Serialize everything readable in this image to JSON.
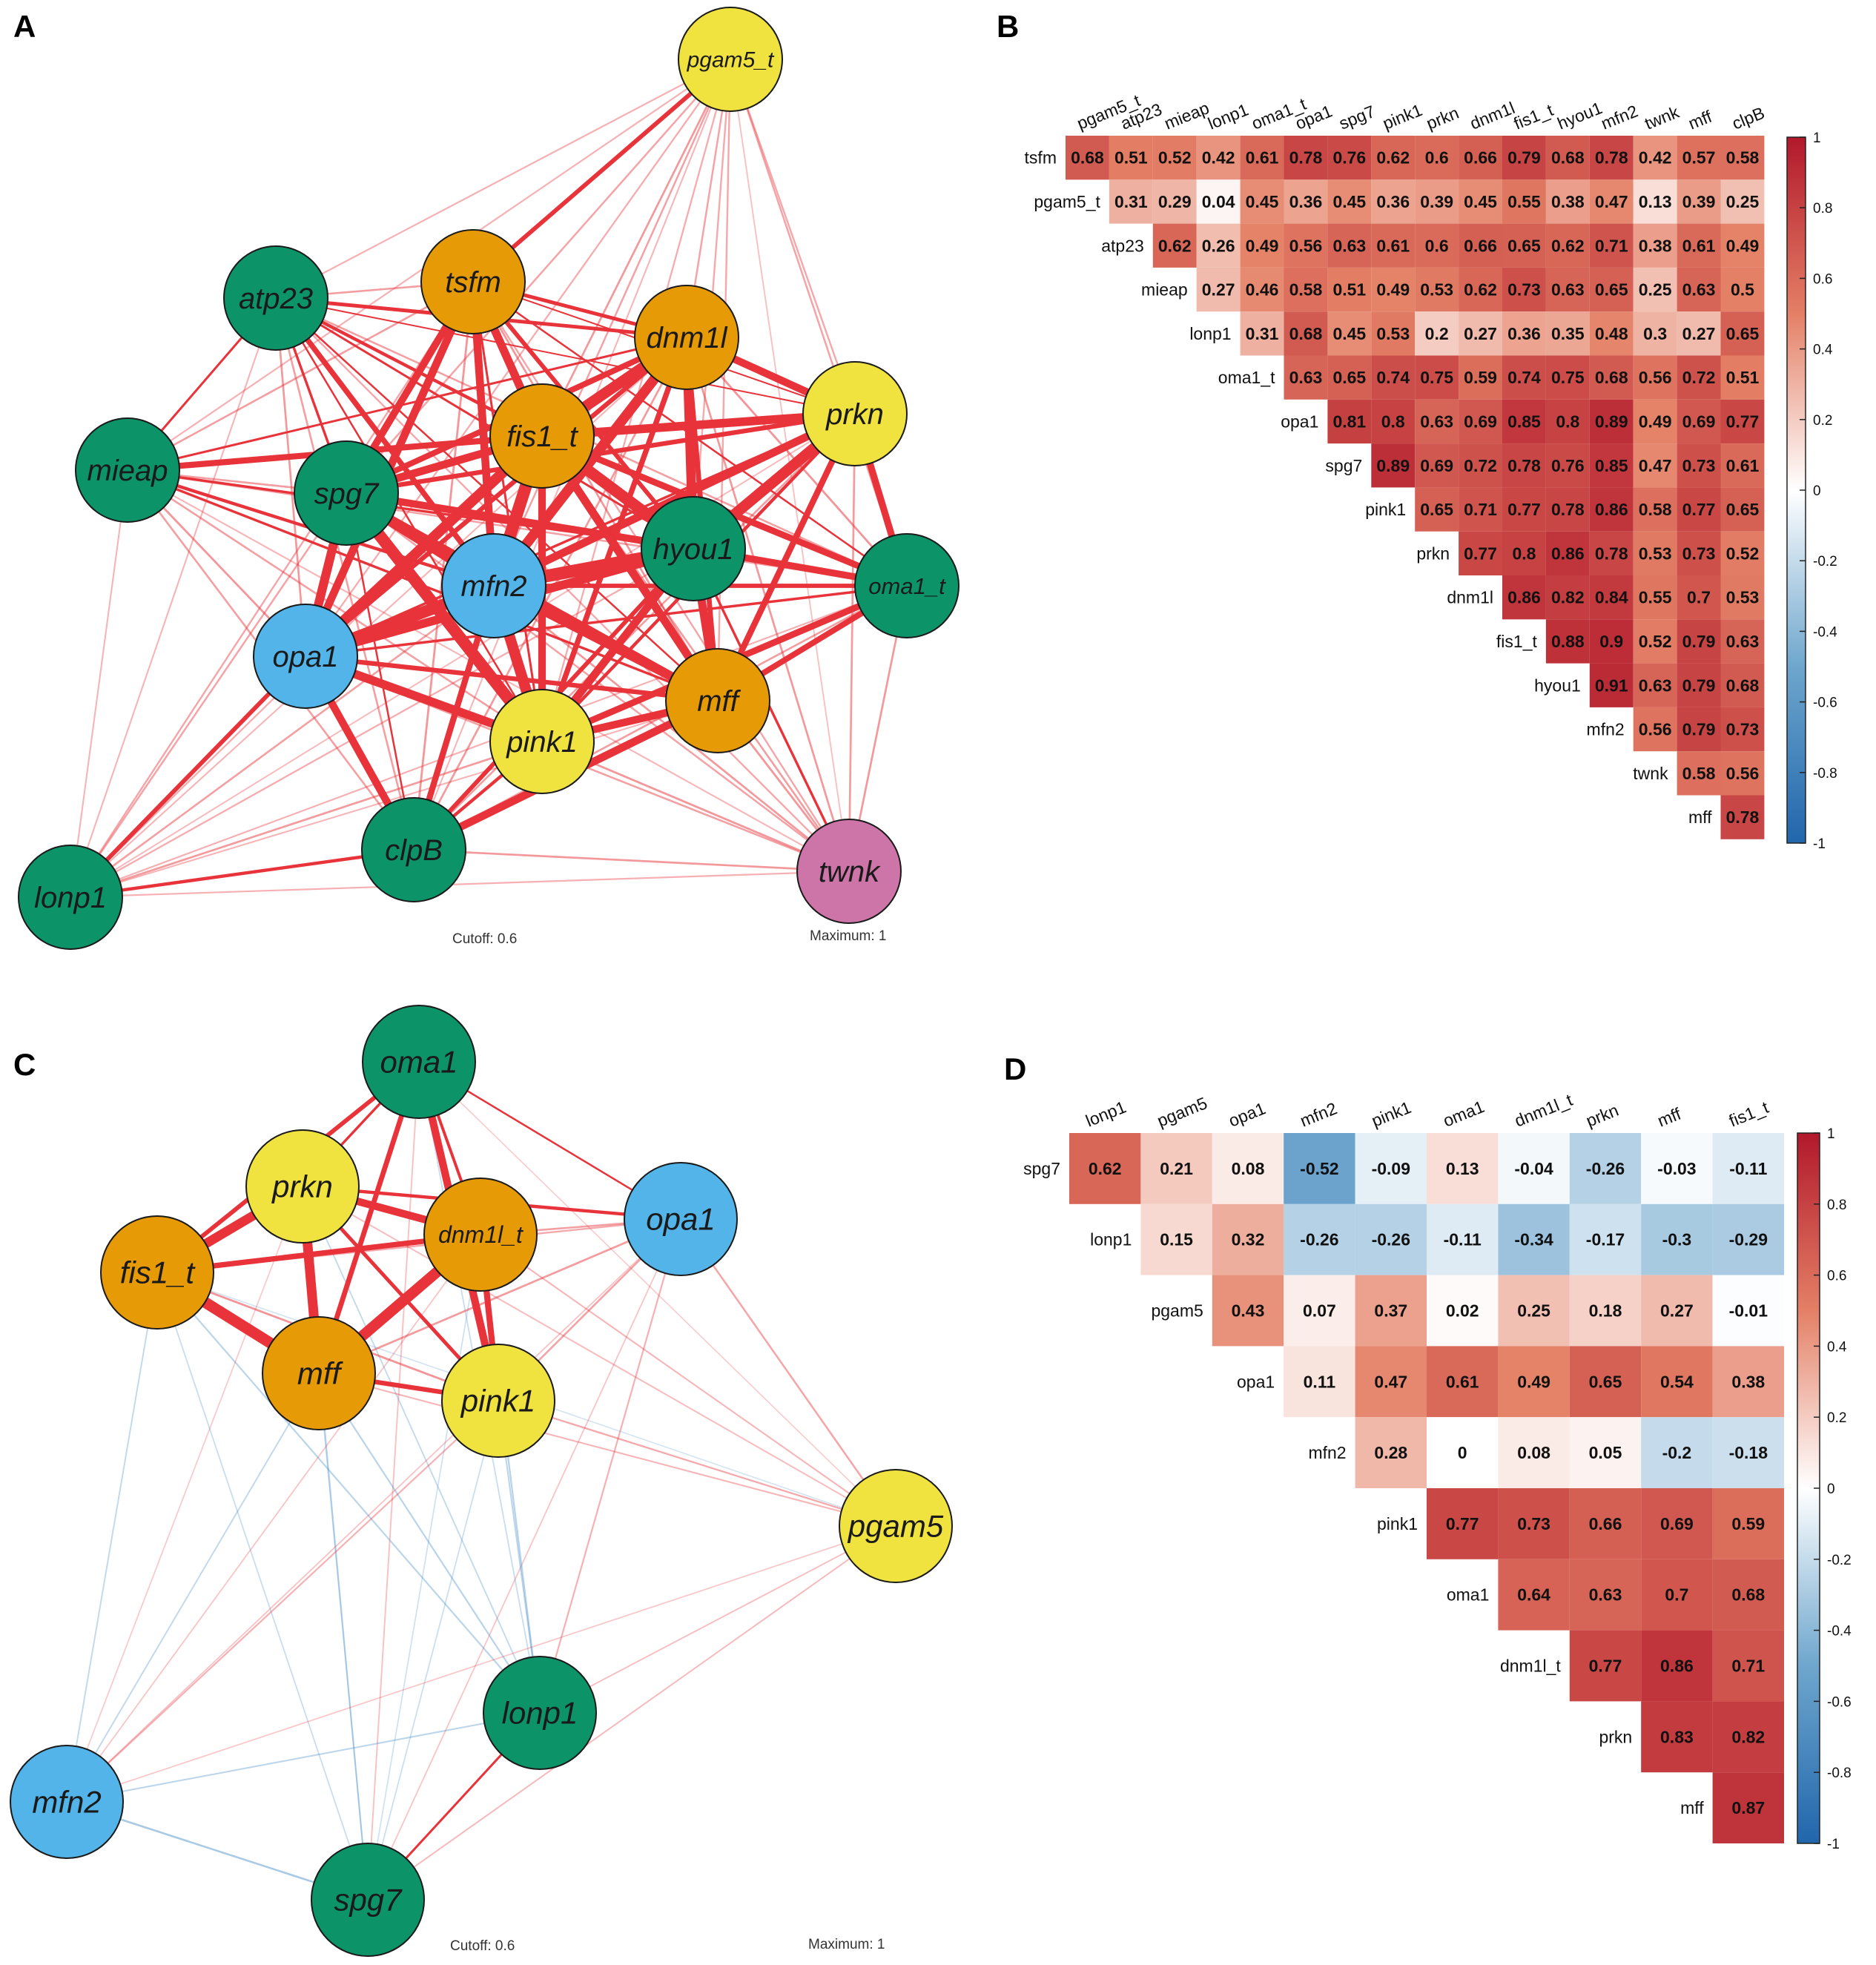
{
  "panels": {
    "a": "A",
    "b": "B",
    "c": "C",
    "d": "D"
  },
  "networks": {
    "a": {
      "cutoff_label": "Cutoff: 0.6",
      "maximum_label": "Maximum: 1",
      "nodes": [
        {
          "id": "pgam5_t",
          "group": "yellow"
        },
        {
          "id": "atp23",
          "group": "green"
        },
        {
          "id": "tsfm",
          "group": "orange"
        },
        {
          "id": "dnm1l",
          "group": "orange"
        },
        {
          "id": "prkn",
          "group": "yellow"
        },
        {
          "id": "mieap",
          "group": "green"
        },
        {
          "id": "fis1_t",
          "group": "orange"
        },
        {
          "id": "spg7",
          "group": "green"
        },
        {
          "id": "hyou1",
          "group": "green"
        },
        {
          "id": "oma1_t",
          "group": "green"
        },
        {
          "id": "mfn2",
          "group": "blue"
        },
        {
          "id": "opa1",
          "group": "blue"
        },
        {
          "id": "mff",
          "group": "orange"
        },
        {
          "id": "pink1",
          "group": "yellow"
        },
        {
          "id": "clpB",
          "group": "green"
        },
        {
          "id": "lonp1",
          "group": "green"
        },
        {
          "id": "twnk",
          "group": "pink"
        }
      ]
    },
    "c": {
      "cutoff_label": "Cutoff: 0.6",
      "maximum_label": "Maximum: 1",
      "nodes": [
        {
          "id": "oma1",
          "group": "green"
        },
        {
          "id": "prkn",
          "group": "yellow"
        },
        {
          "id": "dnm1l_t",
          "group": "orange"
        },
        {
          "id": "opa1",
          "group": "blue"
        },
        {
          "id": "fis1_t",
          "group": "orange"
        },
        {
          "id": "mff",
          "group": "orange"
        },
        {
          "id": "pink1",
          "group": "yellow"
        },
        {
          "id": "pgam5",
          "group": "yellow"
        },
        {
          "id": "lonp1",
          "group": "green"
        },
        {
          "id": "mfn2",
          "group": "blue"
        },
        {
          "id": "spg7",
          "group": "green"
        }
      ]
    }
  },
  "colors": {
    "green": "#0c9468",
    "orange": "#e69a06",
    "yellow": "#f1e33f",
    "blue": "#52b4e9",
    "pink": "#cd74a8",
    "positive": "#b2182b",
    "negative": "#2166ac",
    "edge_positive": "#e8333a",
    "edge_negative": "#4a90c8"
  },
  "chart_data": [
    {
      "type": "heatmap",
      "panel": "B",
      "shape": "upper-triangular",
      "columns": [
        "pgam5_t",
        "atp23",
        "mieap",
        "lonp1",
        "oma1_t",
        "opa1",
        "spg7",
        "pink1",
        "prkn",
        "dnm1l",
        "fis1_t",
        "hyou1",
        "mfn2",
        "twnk",
        "mff",
        "clpB"
      ],
      "rows": [
        {
          "name": "tsfm",
          "values": [
            0.68,
            0.51,
            0.52,
            0.42,
            0.61,
            0.78,
            0.76,
            0.62,
            0.6,
            0.66,
            0.79,
            0.68,
            0.78,
            0.42,
            0.57,
            0.58
          ]
        },
        {
          "name": "pgam5_t",
          "values": [
            0.31,
            0.29,
            0.04,
            0.45,
            0.36,
            0.45,
            0.36,
            0.39,
            0.45,
            0.55,
            0.38,
            0.47,
            0.13,
            0.39,
            0.25
          ]
        },
        {
          "name": "atp23",
          "values": [
            0.62,
            0.26,
            0.49,
            0.56,
            0.63,
            0.61,
            0.6,
            0.66,
            0.65,
            0.62,
            0.71,
            0.38,
            0.61,
            0.49
          ]
        },
        {
          "name": "mieap",
          "values": [
            0.27,
            0.46,
            0.58,
            0.51,
            0.49,
            0.53,
            0.62,
            0.73,
            0.63,
            0.65,
            0.25,
            0.63,
            0.5
          ]
        },
        {
          "name": "lonp1",
          "values": [
            0.31,
            0.68,
            0.45,
            0.53,
            0.2,
            0.27,
            0.36,
            0.35,
            0.48,
            0.3,
            0.27,
            0.65
          ]
        },
        {
          "name": "oma1_t",
          "values": [
            0.63,
            0.65,
            0.74,
            0.75,
            0.59,
            0.74,
            0.75,
            0.68,
            0.56,
            0.72,
            0.51
          ]
        },
        {
          "name": "opa1",
          "values": [
            0.81,
            0.8,
            0.63,
            0.69,
            0.85,
            0.8,
            0.89,
            0.49,
            0.69,
            0.77
          ]
        },
        {
          "name": "spg7",
          "values": [
            0.89,
            0.69,
            0.72,
            0.78,
            0.76,
            0.85,
            0.47,
            0.73,
            0.61
          ]
        },
        {
          "name": "pink1",
          "values": [
            0.65,
            0.71,
            0.77,
            0.78,
            0.86,
            0.58,
            0.77,
            0.65
          ]
        },
        {
          "name": "prkn",
          "values": [
            0.77,
            0.8,
            0.86,
            0.78,
            0.53,
            0.73,
            0.52
          ]
        },
        {
          "name": "dnm1l",
          "values": [
            0.86,
            0.82,
            0.84,
            0.55,
            0.7,
            0.53
          ]
        },
        {
          "name": "fis1_t",
          "values": [
            0.88,
            0.9,
            0.52,
            0.79,
            0.63
          ]
        },
        {
          "name": "hyou1",
          "values": [
            0.91,
            0.63,
            0.79,
            0.68
          ]
        },
        {
          "name": "mfn2",
          "values": [
            0.56,
            0.79,
            0.73
          ]
        },
        {
          "name": "twnk",
          "values": [
            0.58,
            0.56
          ]
        },
        {
          "name": "mff",
          "values": [
            0.78
          ]
        }
      ],
      "colorbar": {
        "range": [
          -1,
          1
        ],
        "ticks": [
          "1",
          "0.8",
          "0.6",
          "0.4",
          "0.2",
          "0",
          "-0.2",
          "-0.4",
          "-0.6",
          "-0.8",
          "-1"
        ]
      }
    },
    {
      "type": "heatmap",
      "panel": "D",
      "shape": "upper-triangular",
      "columns": [
        "lonp1",
        "pgam5",
        "opa1",
        "mfn2",
        "pink1",
        "oma1",
        "dnm1l_t",
        "prkn",
        "mff",
        "fis1_t"
      ],
      "rows": [
        {
          "name": "spg7",
          "values": [
            0.62,
            0.21,
            0.08,
            -0.52,
            -0.09,
            0.13,
            -0.04,
            -0.26,
            -0.03,
            -0.11
          ]
        },
        {
          "name": "lonp1",
          "values": [
            0.15,
            0.32,
            -0.26,
            -0.26,
            -0.11,
            -0.34,
            -0.17,
            -0.3,
            -0.29
          ]
        },
        {
          "name": "pgam5",
          "values": [
            0.43,
            0.07,
            0.37,
            0.02,
            0.25,
            0.18,
            0.27,
            -0.01
          ]
        },
        {
          "name": "opa1",
          "values": [
            0.11,
            0.47,
            0.61,
            0.49,
            0.65,
            0.54,
            0.38
          ]
        },
        {
          "name": "mfn2",
          "values": [
            0.28,
            0,
            0.08,
            0.05,
            -0.2,
            -0.18
          ]
        },
        {
          "name": "pink1",
          "values": [
            0.77,
            0.73,
            0.66,
            0.69,
            0.59
          ]
        },
        {
          "name": "oma1",
          "values": [
            0.64,
            0.63,
            0.7,
            0.68
          ]
        },
        {
          "name": "dnm1l_t",
          "values": [
            0.77,
            0.86,
            0.71
          ]
        },
        {
          "name": "prkn",
          "values": [
            0.83,
            0.82
          ]
        },
        {
          "name": "mff",
          "values": [
            0.87
          ]
        }
      ],
      "colorbar": {
        "range": [
          -1,
          1
        ],
        "ticks": [
          "1",
          "0.8",
          "0.6",
          "0.4",
          "0.2",
          "0",
          "-0.2",
          "-0.4",
          "-0.6",
          "-0.8",
          "-1"
        ]
      }
    }
  ]
}
